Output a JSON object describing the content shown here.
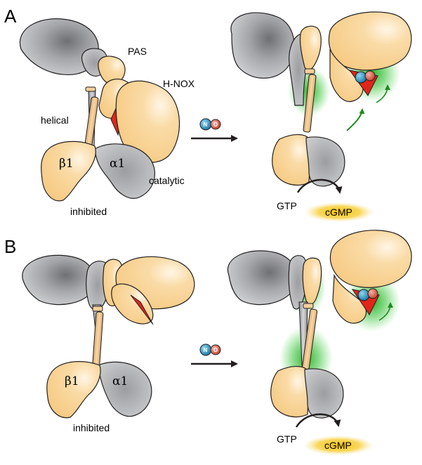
{
  "panels": {
    "a": {
      "letter": "A"
    },
    "b": {
      "letter": "B"
    }
  },
  "labels": {
    "pas": "PAS",
    "hnox": "H-NOX",
    "helical": "helical",
    "beta1": "β1",
    "alpha1": "α1",
    "catalytic": "catalytic",
    "inhibited": "inhibited",
    "gtp": "GTP",
    "cgmp": "cGMP"
  },
  "no_molecule": {
    "n": "N",
    "o": "O"
  },
  "colors": {
    "beta_subunit": "#F9D597",
    "alpha_subunit": "#C5C6C8",
    "alpha_dark": "#7E8083",
    "heme": "#E1251B",
    "activation_glow": "#2DB82D",
    "arrow_green": "#1E8A1E",
    "cgmp_glow": "#F7C51A",
    "nitrogen": "#1B87B8",
    "oxygen": "#D9533C",
    "outline": "#231F20"
  }
}
